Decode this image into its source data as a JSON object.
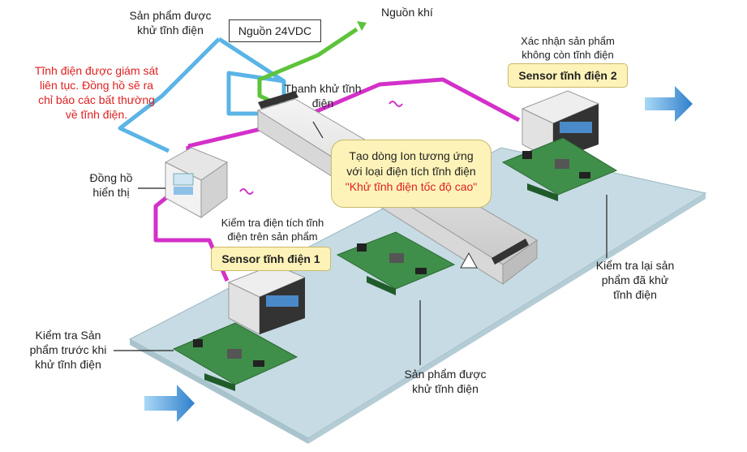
{
  "colors": {
    "blue_wire": "#5bb4e6",
    "green_wire": "#5dc33a",
    "magenta_wire": "#d330c9",
    "platform": "#c6dbe3",
    "platform_edge": "#9bb7c2",
    "arrow": "#3f8fd6",
    "note_fill": "#fdf3b8",
    "warning_text": "#e02020",
    "pcb": "#3f8f4a"
  },
  "labels": {
    "product_discharged_top": "Sản phẩm được\nkhử tĩnh điện",
    "power_supply": "Nguồn 24VDC",
    "air_source": "Nguồn khí",
    "monitoring_note": "Tĩnh điện được giám sát\nliên tục. Đồng hồ sẽ ra\nchỉ báo các bất thường\nvề tĩnh điện.",
    "ionizer_bar": "Thanh khử tĩnh\nđiện",
    "display_meter": "Đồng hồ\nhiển thị",
    "confirm_no_static": "Xác nhận sản phẩm\nkhông còn tĩnh điện",
    "sensor_2": "Sensor tĩnh điện 2",
    "sensor_1": "Sensor tĩnh điện 1",
    "check_charge": "Kiểm tra điện tích tĩnh\nđiện trên sản phẩm",
    "ion_bubble_line1": "Tạo dòng Ion tương ứng",
    "ion_bubble_line2": "với loại điện tích tĩnh điện",
    "ion_bubble_highlight": "\"Khử tĩnh điện tốc độ cao\"",
    "recheck": "Kiểm tra lại sản\nphẩm đã khử\ntĩnh điện",
    "check_before": "Kiểm tra Sản\nphẩm trước khi\nkhử tĩnh điện",
    "product_discharged_bottom": "Sản phẩm được\nkhử tĩnh điện"
  }
}
